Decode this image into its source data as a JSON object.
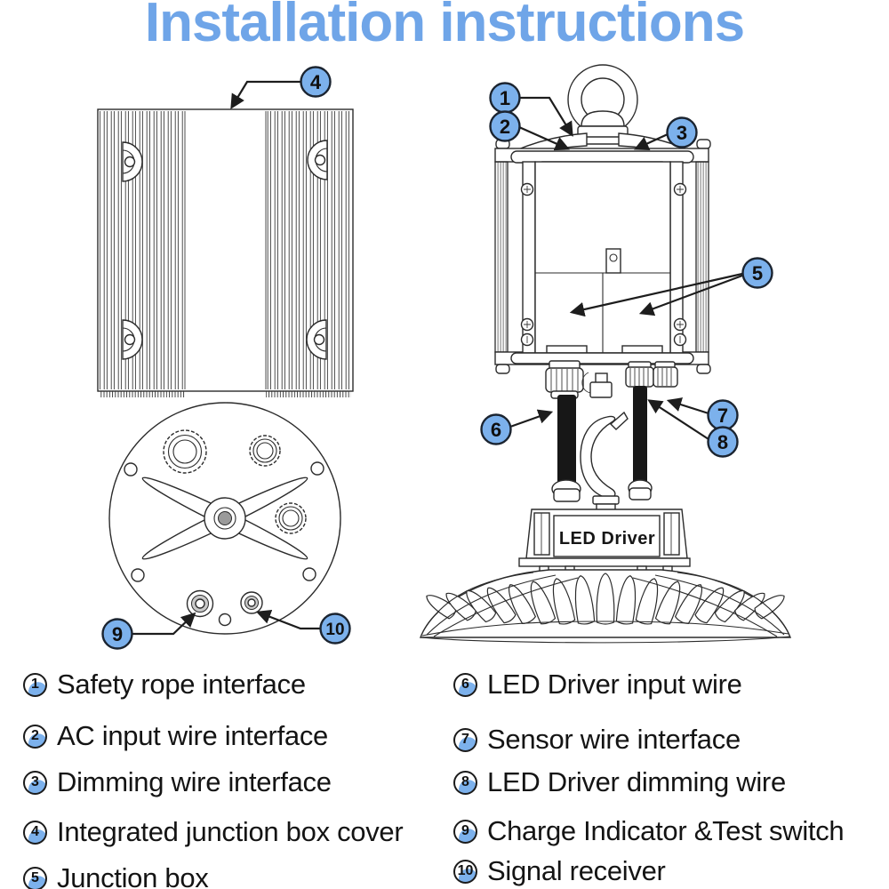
{
  "title": "Installation instructions",
  "colors": {
    "accent_blue": "#7CB1EC",
    "title_blue": "#6FA5E8",
    "line_color": "#2b2b2b",
    "text_color": "#141414"
  },
  "callouts": {
    "c1": "1",
    "c2": "2",
    "c3": "3",
    "c4": "4",
    "c5": "5",
    "c6": "6",
    "c7": "7",
    "c8": "8",
    "c9": "9",
    "c10": "10"
  },
  "diagram_labels": {
    "led_driver": "LED Driver"
  },
  "legend": {
    "left": [
      {
        "num": "1",
        "label": "Safety rope interface"
      },
      {
        "num": "2",
        "label": "AC input wire interface"
      },
      {
        "num": "3",
        "label": "Dimming wire interface"
      },
      {
        "num": "4",
        "label": "Integrated junction box cover"
      },
      {
        "num": "5",
        "label": "Junction box"
      }
    ],
    "right": [
      {
        "num": "6",
        "label": "LED Driver input wire"
      },
      {
        "num": "7",
        "label": "Sensor wire interface"
      },
      {
        "num": "8",
        "label": "LED Driver dimming wire"
      },
      {
        "num": "9",
        "label": "Charge Indicator &Test switch"
      },
      {
        "num": "10",
        "label": "Signal receiver"
      }
    ]
  }
}
